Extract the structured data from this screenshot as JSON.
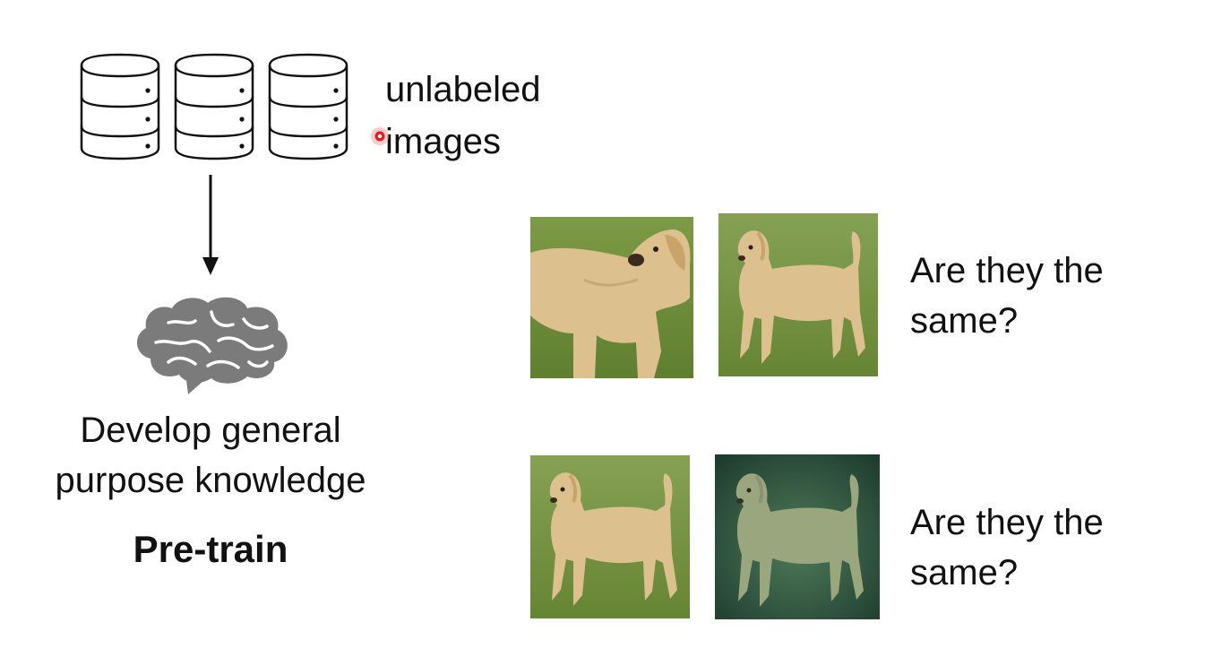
{
  "storage": {
    "label_line1": "unlabeled",
    "label_line2": "images",
    "icon": "database-icon",
    "count": 3
  },
  "model": {
    "icon": "brain-icon",
    "caption_line1": "Develop general",
    "caption_line2": "purpose knowledge",
    "stage": "Pre-train"
  },
  "comparisons": [
    {
      "question_line1": "Are they the",
      "question_line2": "same?"
    },
    {
      "question_line1": "Are they the",
      "question_line2": "same?"
    }
  ],
  "colors": {
    "grass": "#6e8e3c",
    "dog_fur": "#dcc08e",
    "tinted_bg": "#2a4e3c",
    "brain": "#7b7b7b",
    "pointer": "#e02020"
  }
}
